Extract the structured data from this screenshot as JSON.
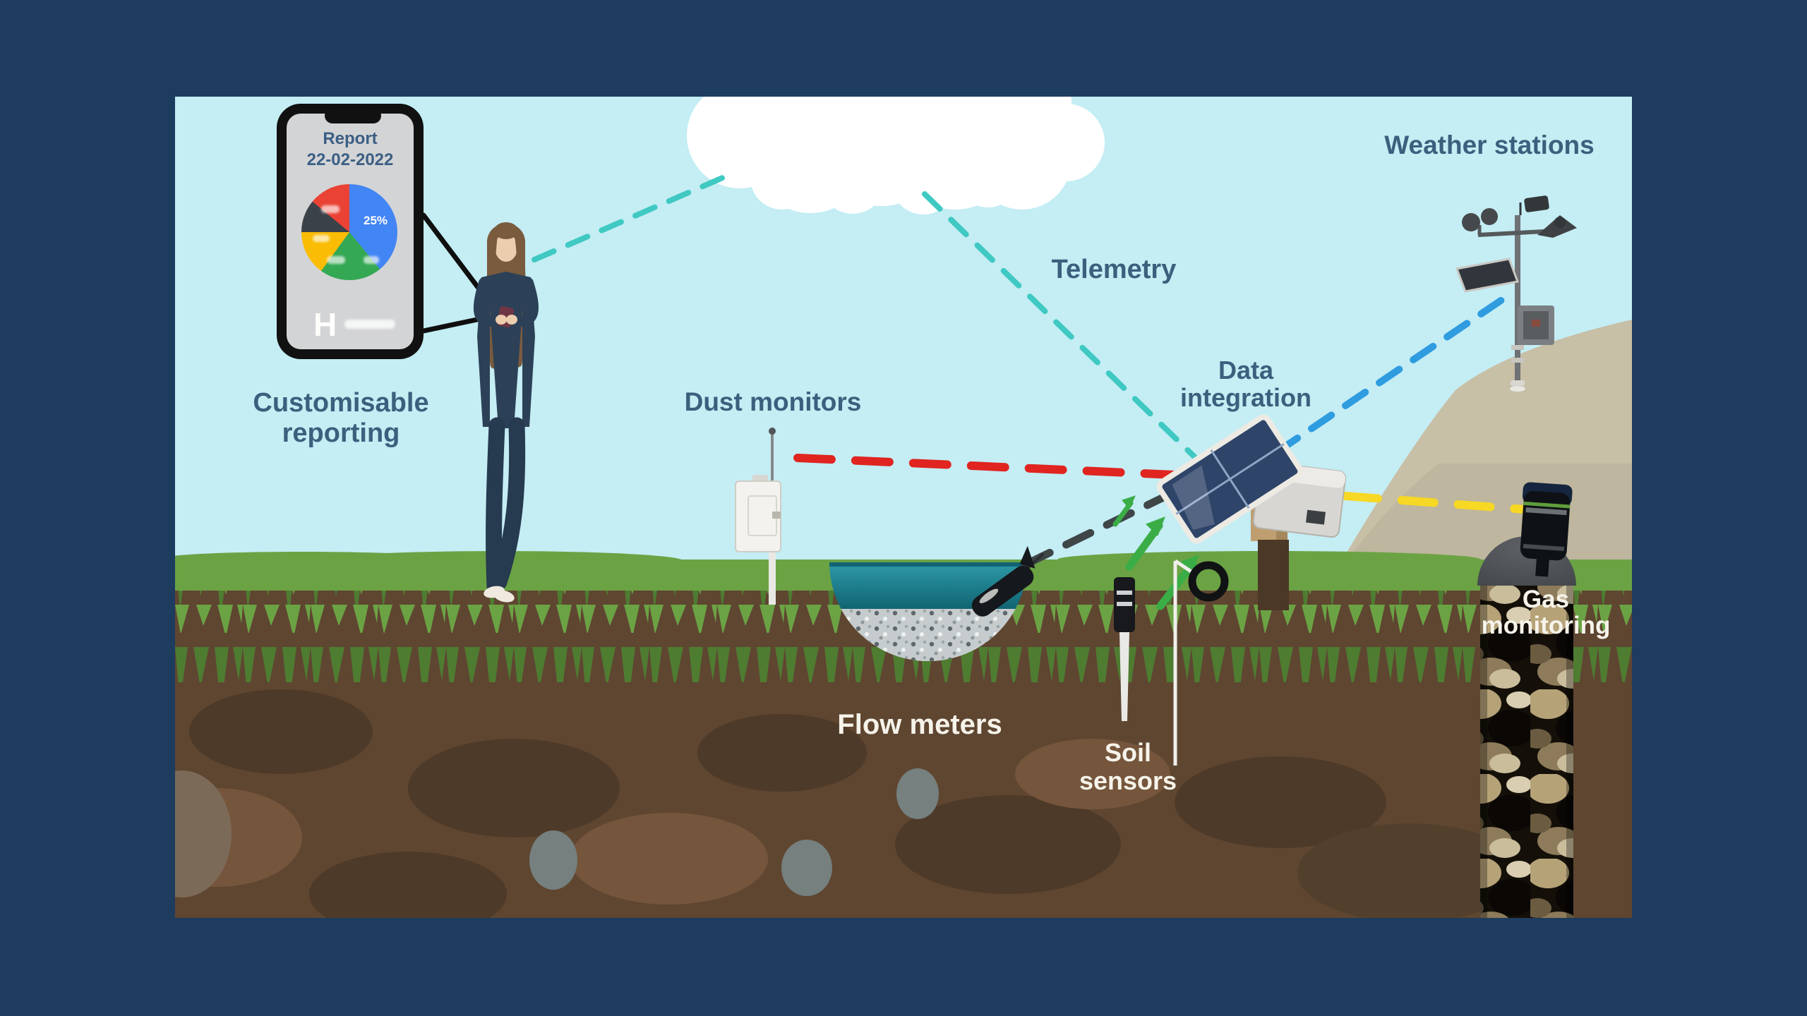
{
  "page": {
    "background_color": "#1d3c5e",
    "sky_color": "#c4edf4"
  },
  "labels": {
    "customisable_reporting_line1": "Customisable",
    "customisable_reporting_line2": "reporting",
    "dust_monitors": "Dust monitors",
    "telemetry": "Telemetry",
    "data_integration_line1": "Data",
    "data_integration_line2": "integration",
    "weather_stations": "Weather stations",
    "flow_meters": "Flow meters",
    "soil_sensors_line1": "Soil",
    "soil_sensors_line2": "sensors",
    "gas_monitoring_line1": "Gas",
    "gas_monitoring_line2": "monitoring"
  },
  "phone": {
    "report_title": "Report",
    "report_date": "22-02-2022",
    "logo_letter": "H"
  },
  "connection_colors": {
    "telemetry_teal": "#3fc9c2",
    "weather_station_blue": "#2f9ce0",
    "dust_monitor_red": "#e02420",
    "flow_meter_gray": "#3f4648",
    "gas_monitor_yellow": "#f7d824",
    "soil_sensor_green": "#3aad46"
  },
  "chart_data": {
    "type": "pie",
    "title": "Report 22-02-2022",
    "slices": [
      {
        "label": "25%",
        "color": "#4285f4",
        "value": 39
      },
      {
        "label": "",
        "color": "#34a853",
        "value": 21
      },
      {
        "label": "",
        "color": "#fbbc05",
        "value": 15
      },
      {
        "label": "",
        "color": "#3b4148",
        "value": 11
      },
      {
        "label": "",
        "color": "#ea4335",
        "value": 14
      }
    ],
    "legend_position": "none",
    "grid": false
  }
}
